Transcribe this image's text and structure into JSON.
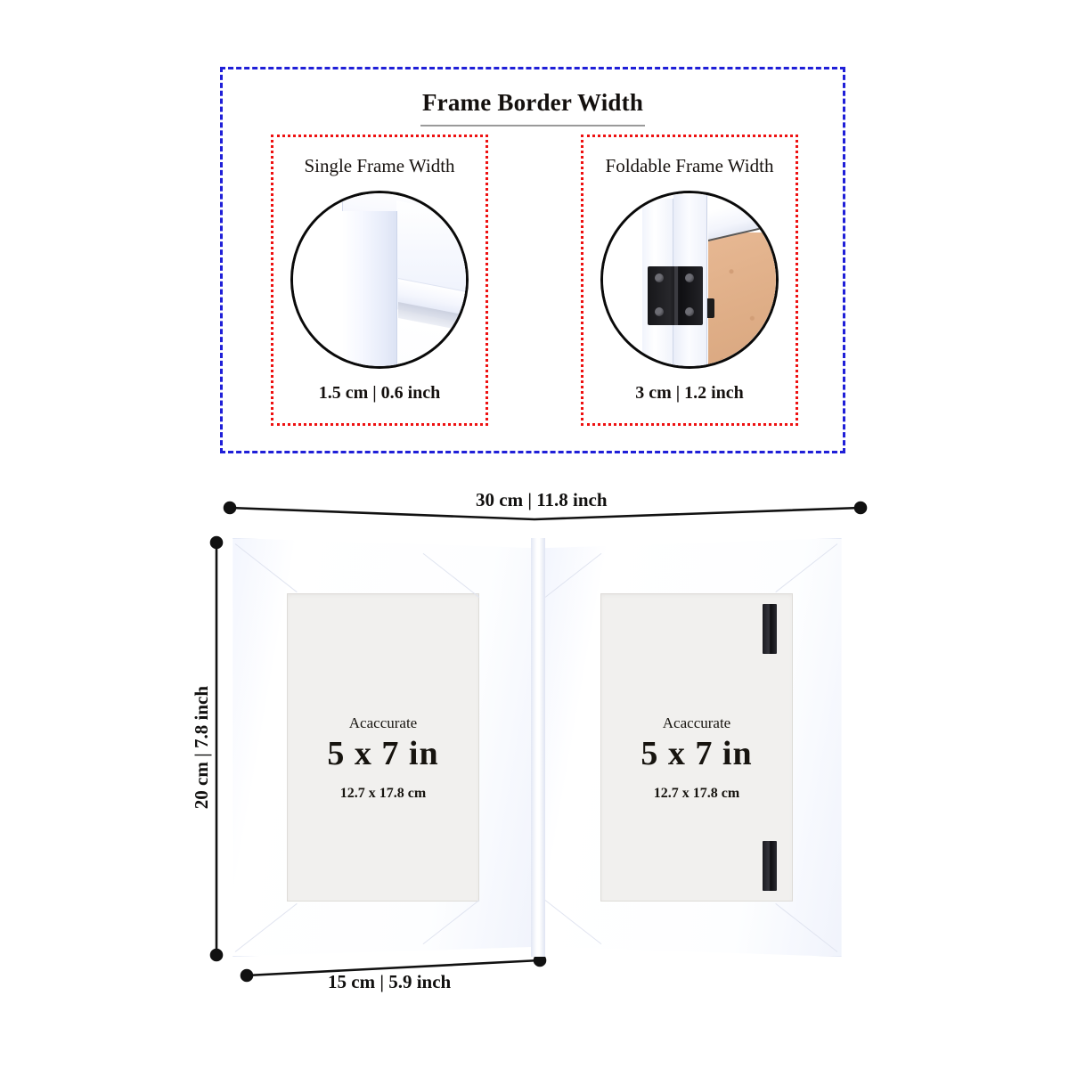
{
  "panel": {
    "title": "Frame Border Width",
    "cards": [
      {
        "id": "single",
        "title": "Single Frame Width",
        "caption": "1.5 cm | 0.6 inch",
        "photo": "frame-profile-photo"
      },
      {
        "id": "foldable",
        "title": "Foldable Frame Width",
        "caption": "3 cm | 1.2 inch",
        "photo": "frame-hinge-photo"
      }
    ],
    "border_color": "#1f1fd8",
    "card_border_color": "#ee1111"
  },
  "dimensions": {
    "width": "30 cm | 11.8 inch",
    "height": "20 cm | 7.8 inch",
    "depth": "15 cm | 5.9 inch"
  },
  "product": {
    "panes": [
      {
        "brand": "Acaccurate",
        "size": "5 x 7 in",
        "metric": "12.7 x 17.8 cm"
      },
      {
        "brand": "Acaccurate",
        "size": "5 x 7 in",
        "metric": "12.7 x 17.8 cm"
      }
    ],
    "frame_color": "#ffffff",
    "mat_color": "#f1f0ee",
    "hinge_color": "#1b1b20"
  }
}
